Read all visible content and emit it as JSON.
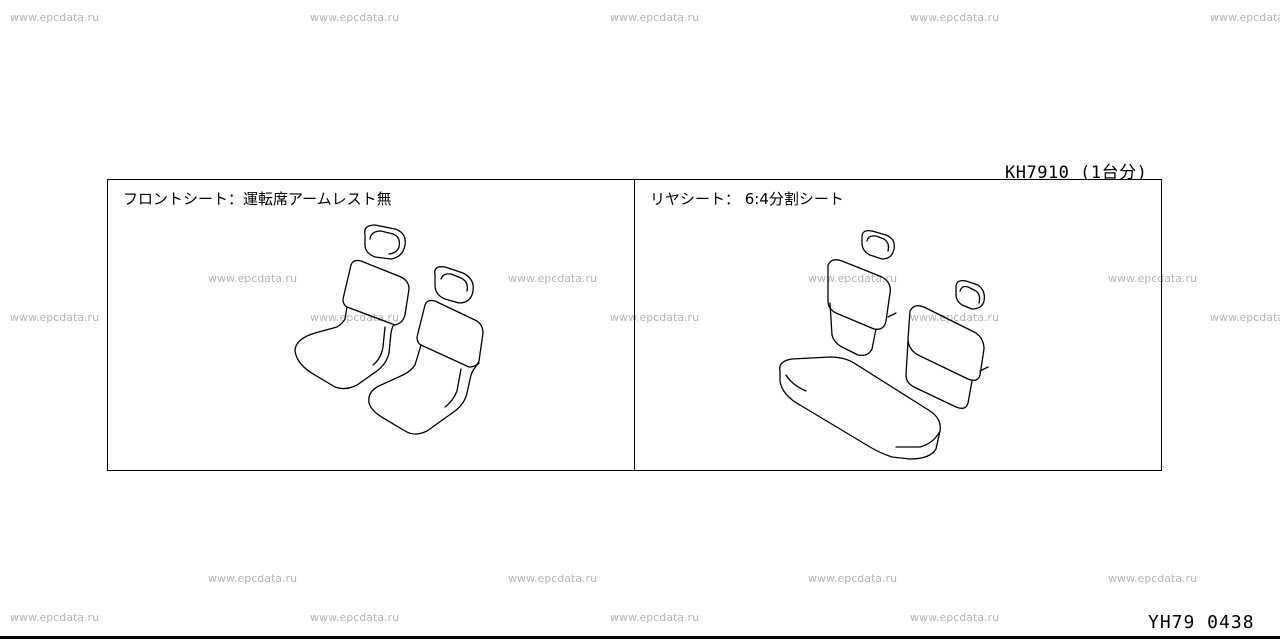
{
  "watermark": "www.epcdata.ru",
  "part_code": "KH7910 (1台分)",
  "front_panel": {
    "label": "フロントシート：運転席アームレスト無"
  },
  "rear_panel": {
    "label": "リヤシート： 6:4分割シート"
  },
  "diagram_id": "YH79 0438"
}
